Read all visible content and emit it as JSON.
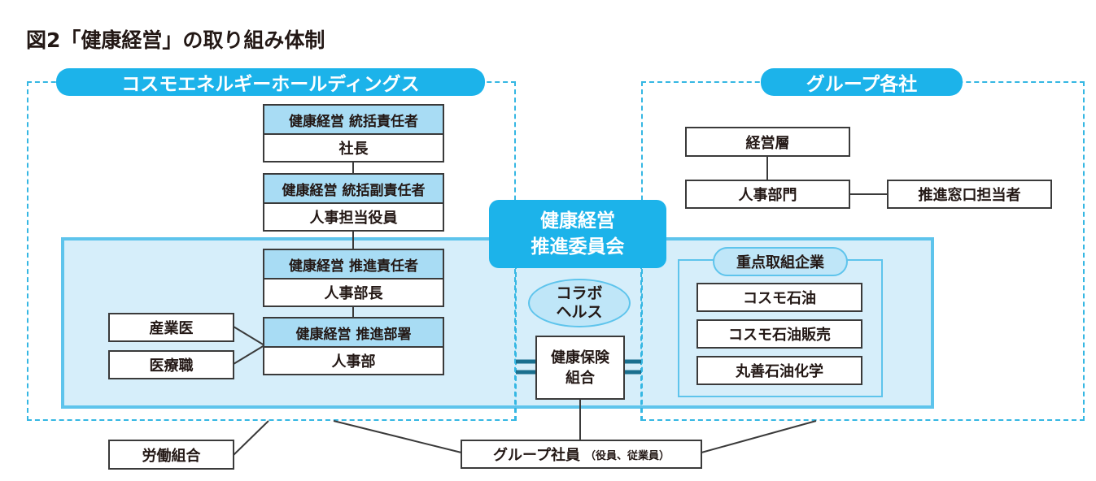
{
  "title": "図2「健康経営」の取り組み体制",
  "holdings": {
    "label": "コスモエネルギーホールディングス",
    "roles": [
      {
        "role": "健康経営 統括責任者",
        "holder": "社長"
      },
      {
        "role": "健康経営 統括副責任者",
        "holder": "人事担当役員"
      },
      {
        "role": "健康経営 推進責任者",
        "holder": "人事部長"
      },
      {
        "role": "健康経営 推進部署",
        "holder": "人事部"
      }
    ],
    "support": [
      "産業医",
      "医療職"
    ]
  },
  "committee": {
    "line1": "健康経営",
    "line2": "推進委員会"
  },
  "collabo": {
    "line1": "コラボ",
    "line2": "ヘルス"
  },
  "insurance": {
    "line1": "健康保険",
    "line2": "組合"
  },
  "group": {
    "label": "グループ各社",
    "management": "経営層",
    "hr": "人事部門",
    "contact": "推進窓口担当者"
  },
  "focus": {
    "label": "重点取組企業",
    "companies": [
      "コスモ石油",
      "コスモ石油販売",
      "丸善石油化学"
    ]
  },
  "bottom": {
    "union": "労働組合",
    "employees": "グループ社員",
    "employees_note": "（役員、従業員）"
  },
  "colors": {
    "accent": "#1cb3ea",
    "band_fill": "#d6eefa",
    "band_border": "#5ec4ec",
    "header_fill": "#a8dcf4",
    "dash": "#35b7e3",
    "insurance_link": "#1a6f8e",
    "text": "#231815"
  }
}
